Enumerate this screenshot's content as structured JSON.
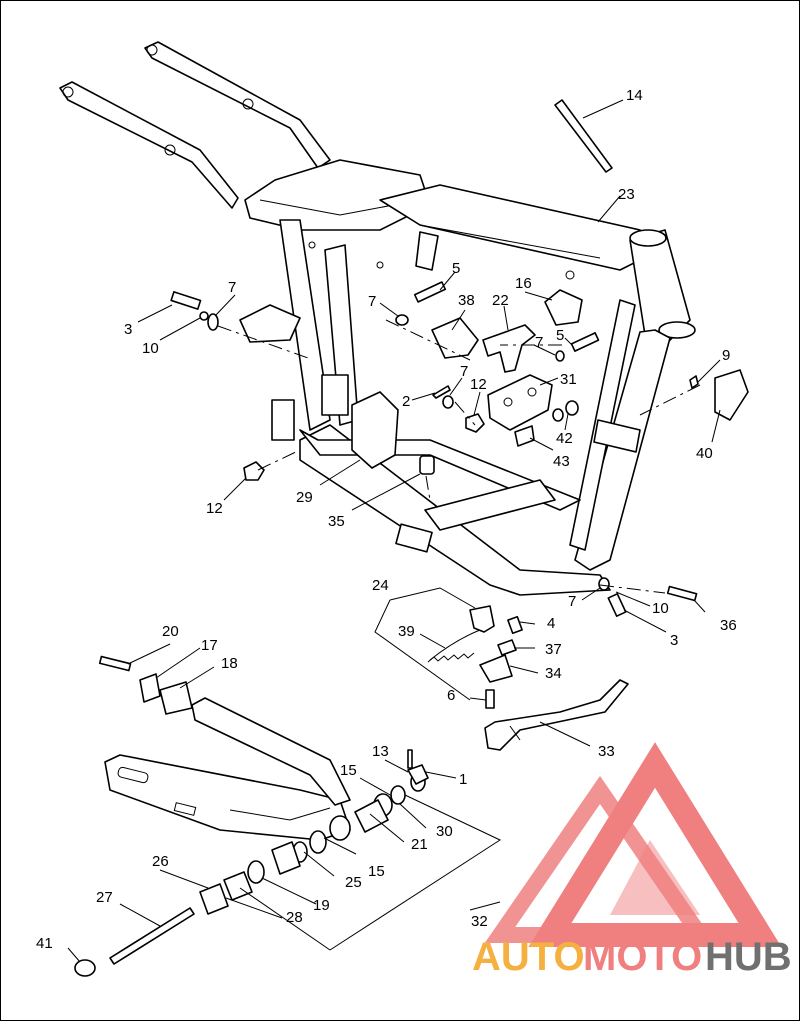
{
  "diagram": {
    "callouts": [
      {
        "id": "c14",
        "text": "14"
      },
      {
        "id": "c23",
        "text": "23"
      },
      {
        "id": "c5a",
        "text": "5"
      },
      {
        "id": "c16",
        "text": "16"
      },
      {
        "id": "c38",
        "text": "38"
      },
      {
        "id": "c22",
        "text": "22"
      },
      {
        "id": "c7a",
        "text": "7"
      },
      {
        "id": "c7b",
        "text": "7"
      },
      {
        "id": "c3a",
        "text": "3"
      },
      {
        "id": "c10a",
        "text": "10"
      },
      {
        "id": "c5b",
        "text": "5"
      },
      {
        "id": "c7c",
        "text": "7"
      },
      {
        "id": "c7d",
        "text": "7"
      },
      {
        "id": "c9",
        "text": "9"
      },
      {
        "id": "c2",
        "text": "2"
      },
      {
        "id": "c12a",
        "text": "12"
      },
      {
        "id": "c31",
        "text": "31"
      },
      {
        "id": "c42",
        "text": "42"
      },
      {
        "id": "c40",
        "text": "40"
      },
      {
        "id": "c43",
        "text": "43"
      },
      {
        "id": "c29",
        "text": "29"
      },
      {
        "id": "c12b",
        "text": "12"
      },
      {
        "id": "c35",
        "text": "35"
      },
      {
        "id": "c24",
        "text": "24"
      },
      {
        "id": "c7e",
        "text": "7"
      },
      {
        "id": "c10b",
        "text": "10"
      },
      {
        "id": "c36",
        "text": "36"
      },
      {
        "id": "c4",
        "text": "4"
      },
      {
        "id": "c39",
        "text": "39"
      },
      {
        "id": "c3b",
        "text": "3"
      },
      {
        "id": "c37",
        "text": "37"
      },
      {
        "id": "c20",
        "text": "20"
      },
      {
        "id": "c17",
        "text": "17"
      },
      {
        "id": "c18",
        "text": "18"
      },
      {
        "id": "c34",
        "text": "34"
      },
      {
        "id": "c6",
        "text": "6"
      },
      {
        "id": "c33",
        "text": "33"
      },
      {
        "id": "c13",
        "text": "13"
      },
      {
        "id": "c1",
        "text": "1"
      },
      {
        "id": "c15a",
        "text": "15"
      },
      {
        "id": "c30",
        "text": "30"
      },
      {
        "id": "c21",
        "text": "21"
      },
      {
        "id": "c15b",
        "text": "15"
      },
      {
        "id": "c25",
        "text": "25"
      },
      {
        "id": "c26",
        "text": "26"
      },
      {
        "id": "c19",
        "text": "19"
      },
      {
        "id": "c27",
        "text": "27"
      },
      {
        "id": "c28",
        "text": "28"
      },
      {
        "id": "c32",
        "text": "32"
      },
      {
        "id": "c41",
        "text": "41"
      }
    ]
  },
  "watermark": {
    "part1": "AUTO",
    "part2": "MOTO",
    "part3": "HUB",
    "color_orange": "#f5b042",
    "color_red": "#f08080",
    "color_gray": "#707070"
  }
}
